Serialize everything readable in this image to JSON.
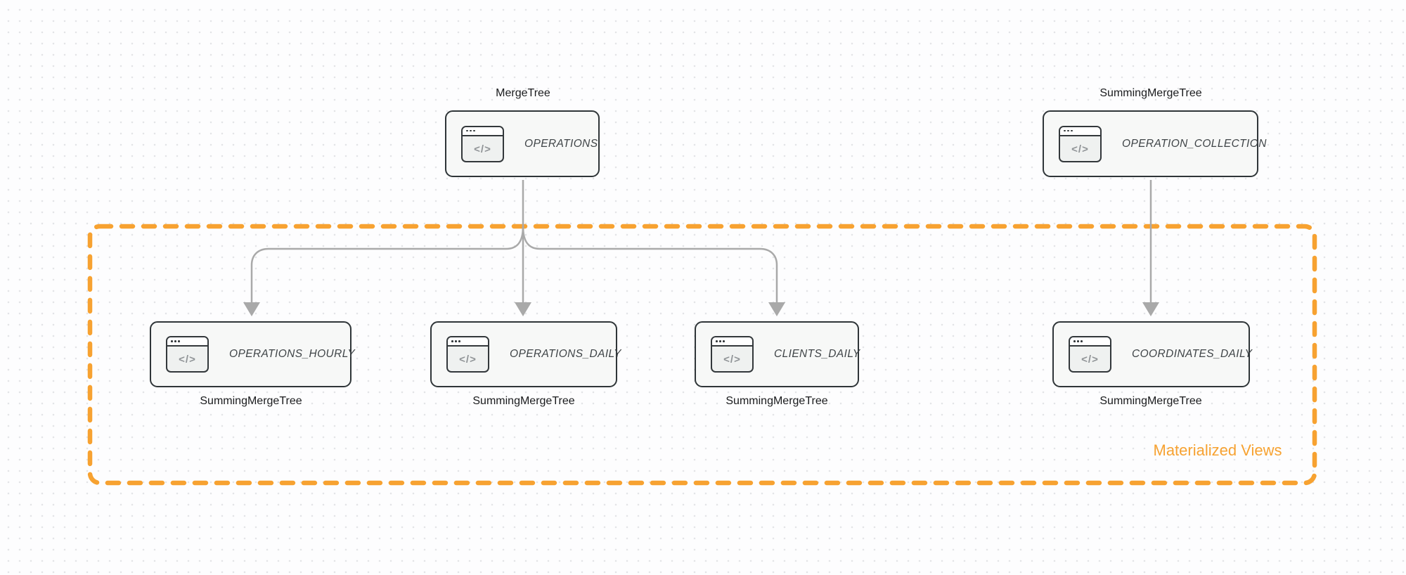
{
  "diagram": {
    "type": "database-schema-flow",
    "group": {
      "label": "Materialized Views"
    },
    "nodes": [
      {
        "id": "operations",
        "name": "OPERATIONS",
        "engine_label": "MergeTree",
        "engine_position": "top"
      },
      {
        "id": "operation-collection",
        "name": "OPERATION_COLLECTION",
        "engine_label": "SummingMergeTree",
        "engine_position": "top"
      },
      {
        "id": "operations-hourly",
        "name": "OPERATIONS_HOURLY",
        "engine_label": "SummingMergeTree",
        "engine_position": "bottom"
      },
      {
        "id": "operations-daily",
        "name": "OPERATIONS_DAILY",
        "engine_label": "SummingMergeTree",
        "engine_position": "bottom"
      },
      {
        "id": "clients-daily",
        "name": "CLIENTS_DAILY",
        "engine_label": "SummingMergeTree",
        "engine_position": "bottom"
      },
      {
        "id": "coordinates-daily",
        "name": "COORDINATES_DAILY",
        "engine_label": "SummingMergeTree",
        "engine_position": "bottom"
      }
    ],
    "edges": [
      {
        "from": "operations",
        "to": "operations-hourly"
      },
      {
        "from": "operations",
        "to": "operations-daily"
      },
      {
        "from": "operations",
        "to": "clients-daily"
      },
      {
        "from": "operation-collection",
        "to": "coordinates-daily"
      }
    ],
    "icon": {
      "name": "code-window-icon",
      "glyph": "</>"
    },
    "colors": {
      "accent_orange": "#f7a231",
      "node_border": "#2f3538",
      "node_fill": "#f7f8f7",
      "arrow_gray": "#a9a9a9",
      "label_dark": "#1a1b1d",
      "node_text": "#3f4447",
      "background": "#fdfdfe",
      "dot_grid": "#e3e4e7"
    }
  }
}
